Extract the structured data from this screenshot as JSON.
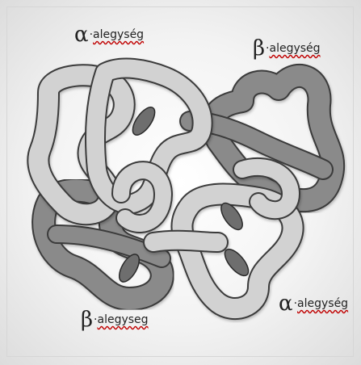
{
  "labels": {
    "alpha_top": {
      "symbol": "α",
      "text": "alegység"
    },
    "beta_top": {
      "symbol": "β",
      "text": "alegység"
    },
    "beta_bottom": {
      "symbol": "β",
      "text": "alegyseg"
    },
    "alpha_bottom": {
      "symbol": "α",
      "text": "alegység"
    }
  },
  "colors": {
    "alpha_fill": "#d2d2d2",
    "beta_fill": "#8a8a8a",
    "heme_fill": "#6e6e6e",
    "outline": "#3a3a3a"
  }
}
